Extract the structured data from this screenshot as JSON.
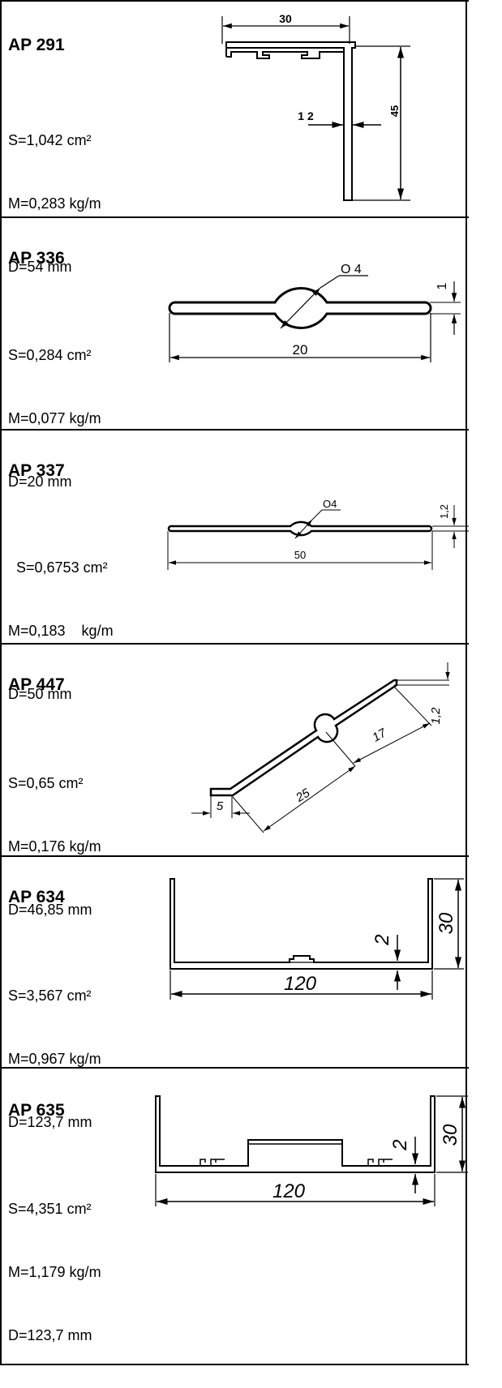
{
  "profiles": [
    {
      "code": "AP 291",
      "specs": [
        "S=1,042 cm²",
        "M=0,283 kg/m",
        "D=54 mm"
      ],
      "dims": {
        "width": "30",
        "height": "45",
        "thickness": "1 2"
      }
    },
    {
      "code": "AP 336",
      "specs": [
        "S=0,284 cm²",
        "M=0,077 kg/m",
        "D=20 mm"
      ],
      "dims": {
        "length": "20",
        "diameter": "O 4",
        "thickness": "1"
      }
    },
    {
      "code": "AP 337",
      "specs": [
        "  S=0,6753 cm²",
        "M=0,183    kg/m",
        "D=50 mm"
      ],
      "dims": {
        "length": "50",
        "diameter": "O4",
        "thickness": "1,2"
      }
    },
    {
      "code": "AP 447",
      "specs": [
        "S=0,65 cm²",
        "M=0,176 kg/m",
        "D=46,85 mm"
      ],
      "dims": {
        "flange": "5",
        "long": "25",
        "short": "17",
        "thickness": "1,2"
      }
    },
    {
      "code": "AP 634",
      "specs": [
        "S=3,567 cm²",
        "M=0,967 kg/m",
        "D=123,7 mm"
      ],
      "dims": {
        "width": "120",
        "height": "30",
        "thickness": "2"
      }
    },
    {
      "code": "AP 635",
      "specs": [
        "S=4,351 cm²",
        "M=1,179 kg/m",
        "D=123,7 mm"
      ],
      "dims": {
        "width": "120",
        "height": "30",
        "thickness": "2"
      }
    }
  ]
}
